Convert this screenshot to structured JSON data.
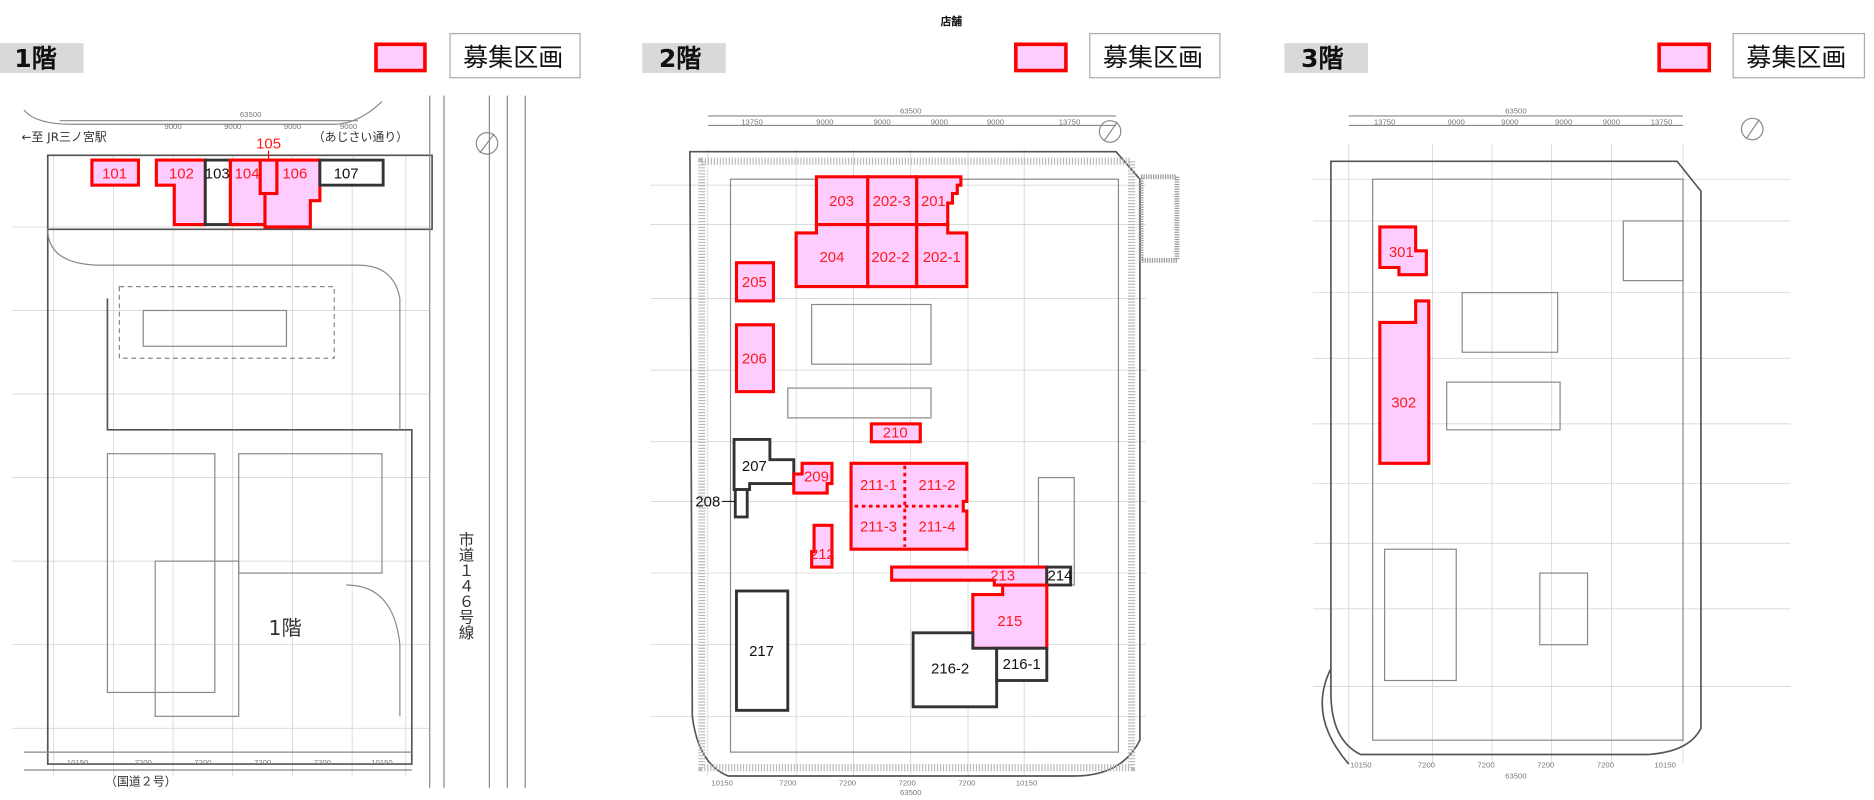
{
  "page_title": "店舗",
  "legend_label": "募集区画",
  "colors": {
    "vacant_fill": "#ffccff",
    "vacant_stroke": "#ff0000",
    "label_bg": "#d9d9d9"
  },
  "floors": [
    {
      "label": "1階",
      "center_label": "1階",
      "streets": {
        "west": "←至 JR三ノ宮駅",
        "north": "（あじさい通り）",
        "east": "市道１４６号線",
        "south": "（国道２号）"
      },
      "dims": {
        "total": "63500",
        "spans": [
          "9000",
          "9000",
          "9000",
          "9000"
        ],
        "bottom": [
          "10150",
          "7200",
          "7200",
          "7200",
          "7200",
          "10150"
        ]
      },
      "vacant": [
        "101",
        "102",
        "104",
        "105",
        "106"
      ],
      "occupied": [
        "103",
        "107"
      ]
    },
    {
      "label": "2階",
      "dims": {
        "total": "63500",
        "spans": [
          "13750",
          "9000",
          "9000",
          "9000",
          "9000",
          "13750"
        ],
        "bottom": [
          "10150",
          "7200",
          "7200",
          "7200",
          "7200",
          "10150"
        ],
        "bottom_total": "63500"
      },
      "vacant": [
        "201",
        "202-1",
        "202-2",
        "202-3",
        "203",
        "204",
        "205",
        "206",
        "209",
        "210",
        "211-1",
        "211-2",
        "211-3",
        "211-4",
        "212",
        "213",
        "215"
      ],
      "occupied": [
        "207",
        "208",
        "214",
        "216-1",
        "216-2",
        "217"
      ]
    },
    {
      "label": "3階",
      "dims": {
        "total": "63500",
        "spans": [
          "13750",
          "9000",
          "9000",
          "9000",
          "9000",
          "13750"
        ],
        "bottom": [
          "10150",
          "7200",
          "7200",
          "7200",
          "7200",
          "10150"
        ],
        "bottom_total": "63500"
      },
      "vacant": [
        "301",
        "302"
      ],
      "occupied": []
    }
  ]
}
